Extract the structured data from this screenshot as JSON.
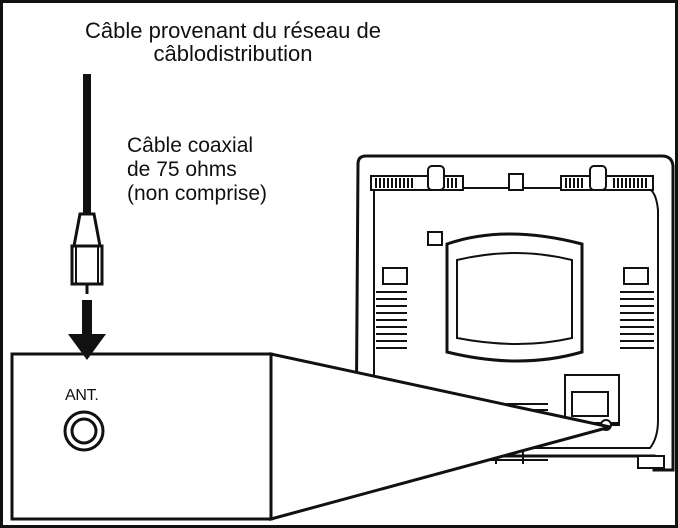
{
  "labels": {
    "cable_source_line1": "Câble provenant du réseau de",
    "cable_source_line2": "câblodistribution",
    "coax_line1": "Câble coaxial",
    "coax_line2": "de 75 ohms",
    "coax_line3": "(non comprise)",
    "antenna_terminal": "ANT."
  },
  "colors": {
    "line": "#111111",
    "background": "#ffffff",
    "panel_fill": "#ffffff"
  }
}
